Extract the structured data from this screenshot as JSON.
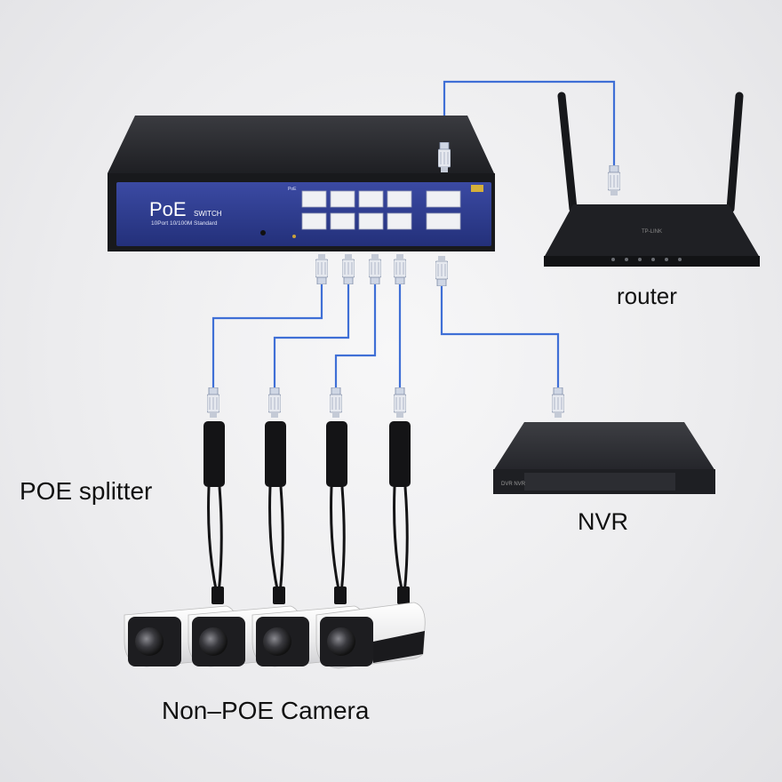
{
  "switch": {
    "brand": "PoE",
    "subtitle": "SWITCH",
    "spec": "10Port 10/100M Standard",
    "poe_ports_label": "PoE",
    "accent_color": "#2c3a8c"
  },
  "labels": {
    "router": "router",
    "nvr": "NVR",
    "splitter": "POE splitter",
    "camera": "Non–POE Camera"
  },
  "router": {
    "brand": "TP-LINK"
  },
  "nvr": {
    "brand": "DVR NVR"
  },
  "colors": {
    "cable": "#3f6fd6",
    "device_dark": "#1c1d21",
    "camera_white": "#f4f4f4"
  },
  "icons": [
    "rj45-connector-icon",
    "router-antenna-icon",
    "camera-lens-icon"
  ]
}
